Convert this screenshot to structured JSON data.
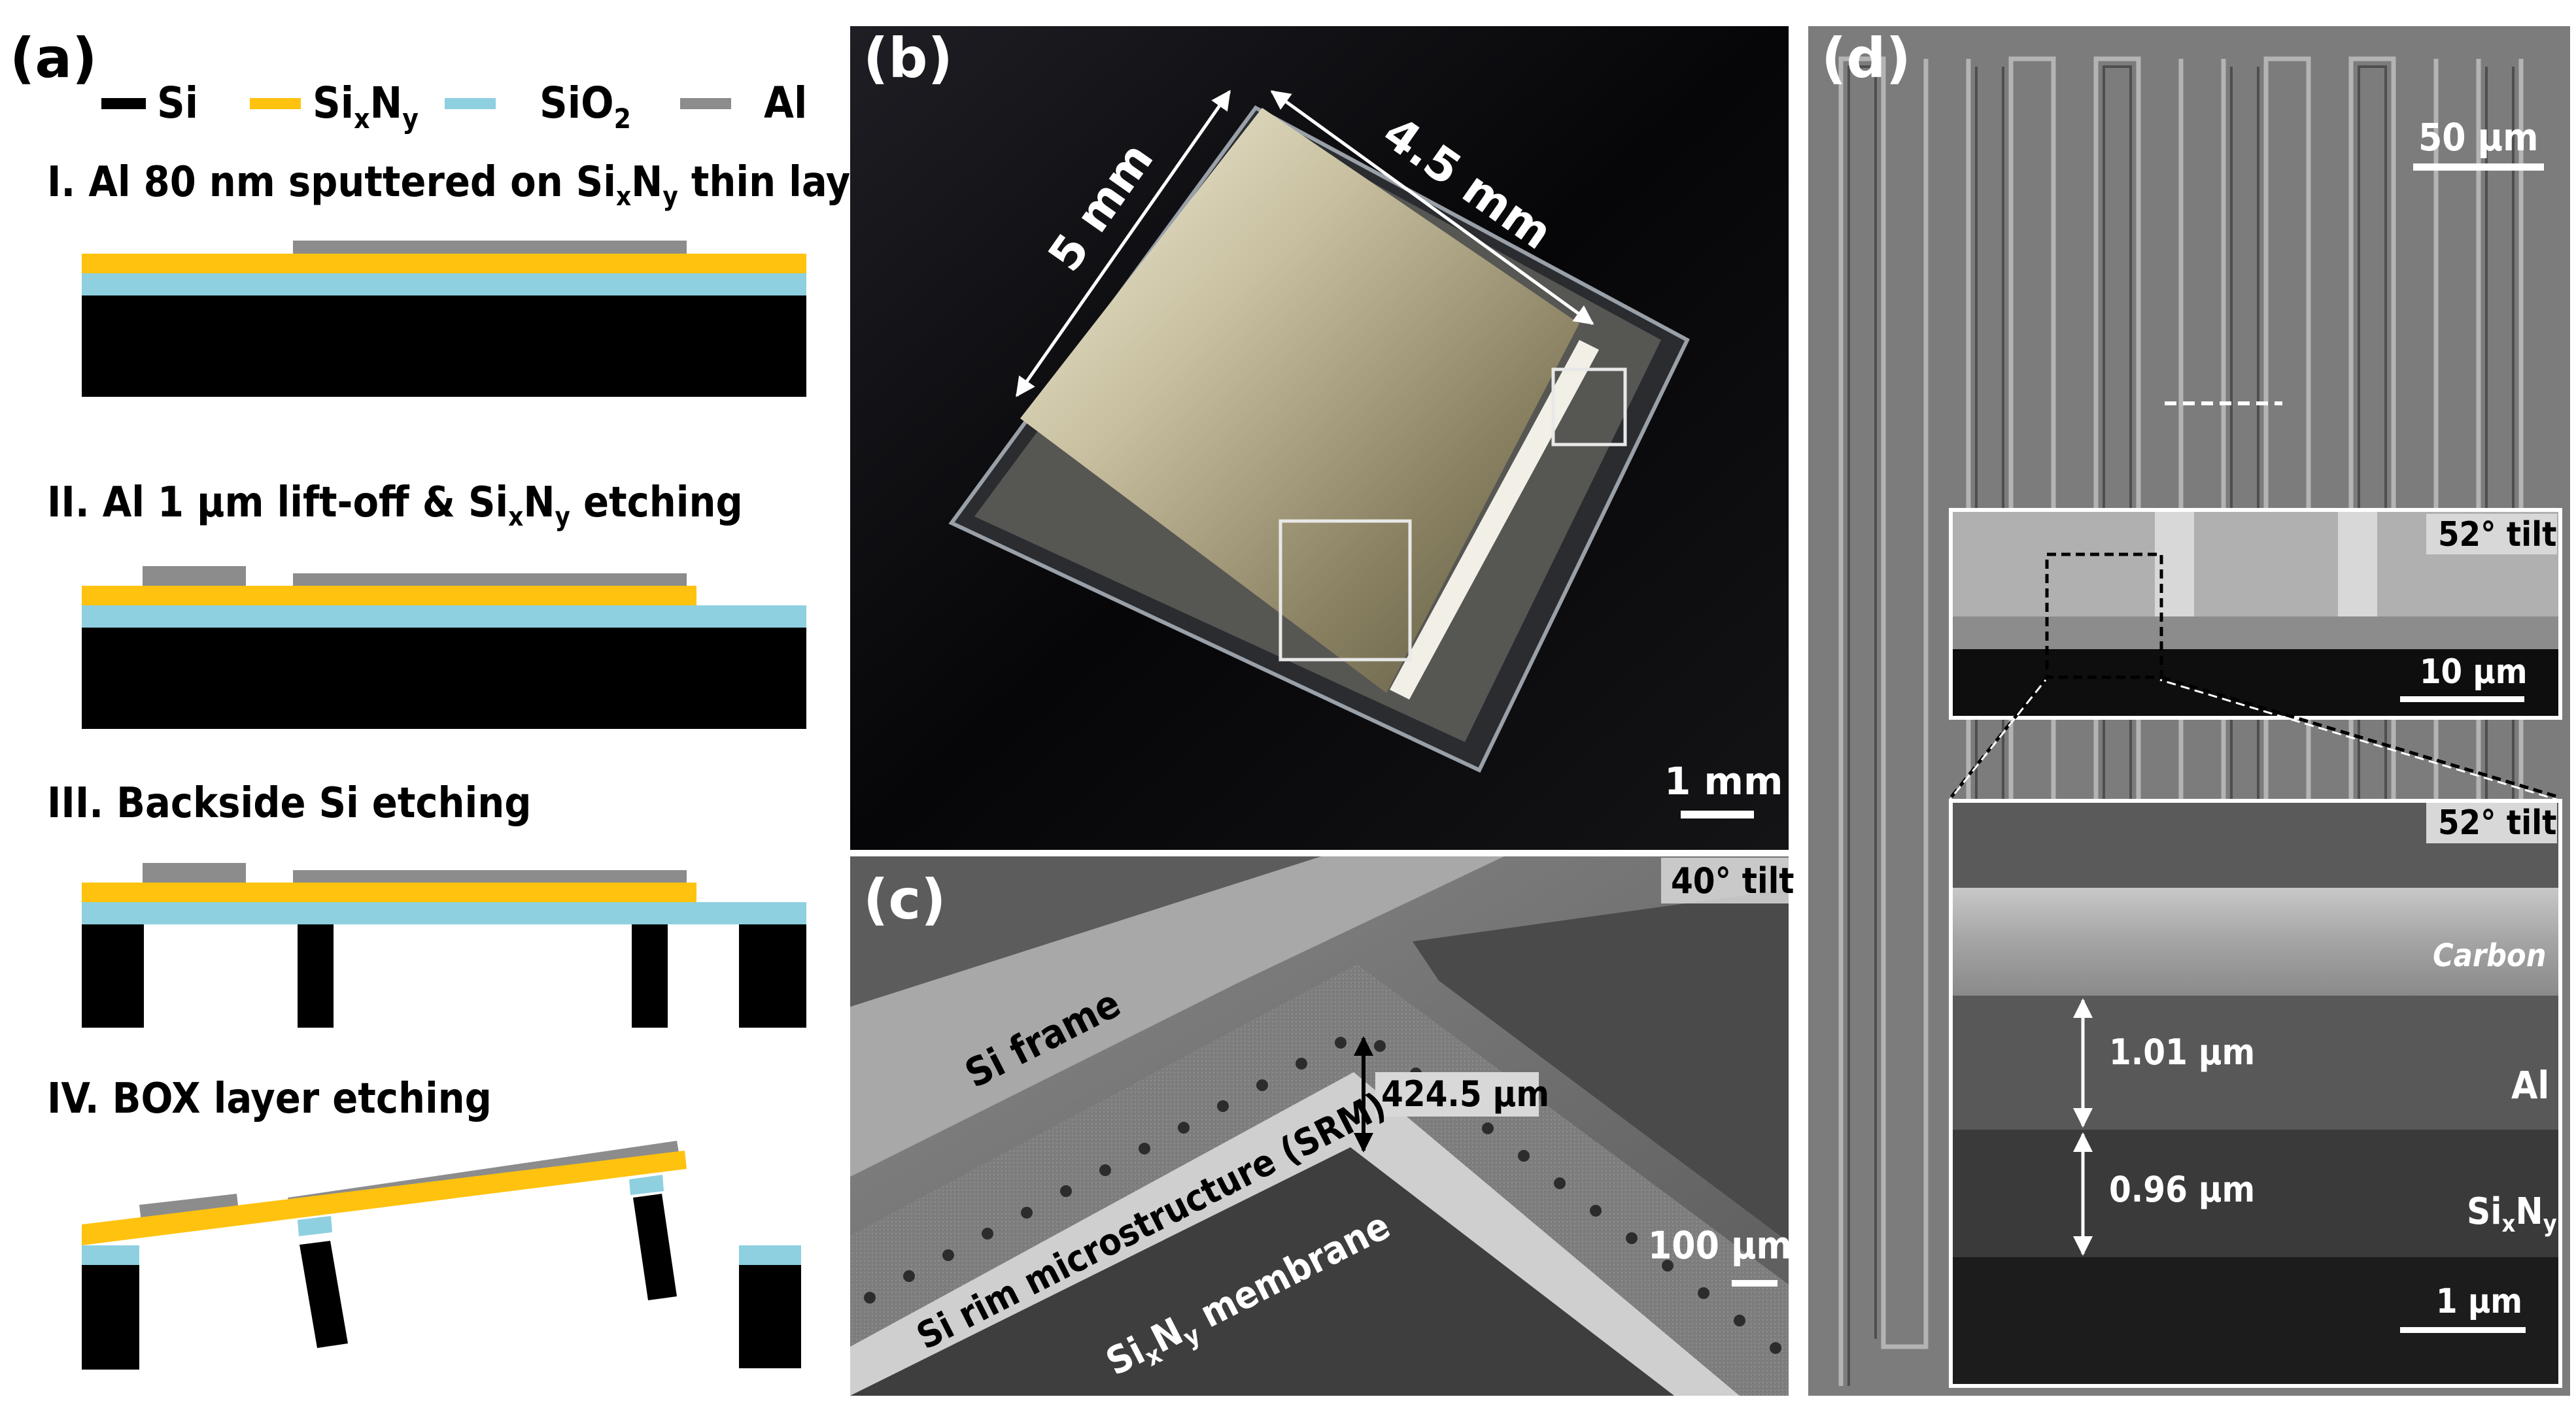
{
  "panels": {
    "a": "(a)",
    "b": "(b)",
    "c": "(c)",
    "d": "(d)"
  },
  "legend": {
    "si": "Si",
    "sixny": {
      "base1": "Si",
      "sub1": "x",
      "base2": "N",
      "sub2": "y"
    },
    "sio2": {
      "base": "SiO",
      "sub": "2"
    },
    "al": "Al"
  },
  "colors": {
    "si": "#000000",
    "sixny": "#FFC20E",
    "sio2": "#8ED0E0",
    "al": "#8C8C8C"
  },
  "steps": [
    {
      "pre": "I. Al 80 nm sputtered on Si",
      "sub1": "x",
      "mid": "N",
      "sub2": "y",
      "post": " thin layer"
    },
    {
      "pre": "II. Al 1 μm lift-off & Si",
      "sub1": "x",
      "mid": "N",
      "sub2": "y",
      "post": " etching"
    },
    {
      "pre": "III. Backside Si etching"
    },
    {
      "pre": "IV. BOX layer etching"
    }
  ],
  "b": {
    "dim_5mm": "5 mm",
    "dim_45mm": "4.5 mm",
    "scale": "1 mm"
  },
  "c": {
    "tilt": "40° tilt",
    "si_frame": "Si frame",
    "height": "424.5 μm",
    "srm": "Si rim microstructure (SRM)",
    "membrane": {
      "base1": "Si",
      "sub1": "x",
      "base2": "N",
      "sub2": "y",
      "post": " membrane"
    },
    "scale": "100 μm"
  },
  "d": {
    "scale_main": "50 μm",
    "inset1_tilt": "52° tilt",
    "inset1_scale": "10 μm",
    "inset2_tilt": "52° tilt",
    "carbon": "Carbon",
    "al_thickness": "1.01 μm",
    "al_label": "Al",
    "sin_thickness": "0.96 μm",
    "sin_label": {
      "base1": "Si",
      "sub1": "x",
      "base2": "N",
      "sub2": "y"
    },
    "inset2_scale": "1 μm"
  }
}
